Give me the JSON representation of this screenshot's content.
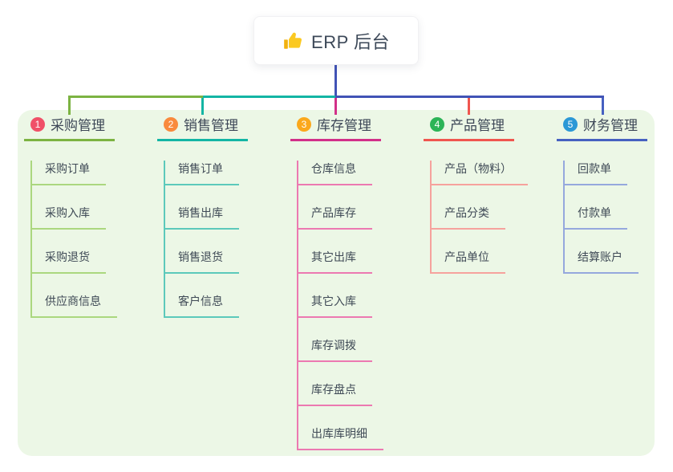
{
  "root": {
    "title": "ERP 后台",
    "icon": "thumbs-up-icon",
    "connector_color": "#4153b6"
  },
  "panel": {
    "background": "#ecf7e6"
  },
  "branches": [
    {
      "index": "1",
      "label": "采购管理",
      "badge_color": "#f05068",
      "line_color": "#7cb342",
      "child_line_color": "#abd77f",
      "children": [
        "采购订单",
        "采购入库",
        "采购退货",
        "供应商信息"
      ]
    },
    {
      "index": "2",
      "label": "销售管理",
      "badge_color": "#f98a3d",
      "line_color": "#13b5a4",
      "child_line_color": "#5cc9bb",
      "children": [
        "销售订单",
        "销售出库",
        "销售退货",
        "客户信息"
      ]
    },
    {
      "index": "3",
      "label": "库存管理",
      "badge_color": "#fba81c",
      "line_color": "#d23089",
      "child_line_color": "#ec79b1",
      "children": [
        "仓库信息",
        "产品库存",
        "其它出库",
        "其它入库",
        "库存调拨",
        "库存盘点",
        "出库库明细"
      ]
    },
    {
      "index": "4",
      "label": "产品管理",
      "badge_color": "#2cb457",
      "line_color": "#f0564f",
      "child_line_color": "#f6a29d",
      "children": [
        "产品（物料）",
        "产品分类",
        "产品单位"
      ]
    },
    {
      "index": "5",
      "label": "财务管理",
      "badge_color": "#2b98d6",
      "line_color": "#4661c1",
      "child_line_color": "#95a8dd",
      "children": [
        "回款单",
        "付款单",
        "结算账户"
      ]
    }
  ]
}
